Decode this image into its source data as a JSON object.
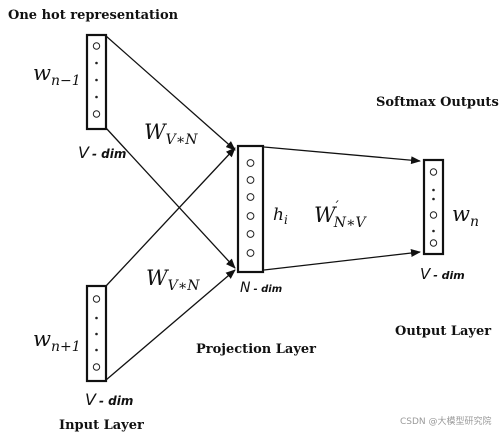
{
  "labels": {
    "one_hot_title": "One hot representation",
    "softmax_title": "Softmax Outputs",
    "projection_layer": "Projection Layer",
    "output_layer": "Output Layer",
    "input_layer": "Input Layer"
  },
  "math": {
    "w_n_minus_1_base": "w",
    "w_n_minus_1_sub": "n−1",
    "w_n_plus_1_base": "w",
    "w_n_plus_1_sub": "n+1",
    "w_n_base": "w",
    "w_n_sub": "n",
    "h_i_base": "h",
    "h_i_sub": "i",
    "W_top_base": "W",
    "W_top_sub": "V∗N",
    "W_bottom_base": "W",
    "W_bottom_sub": "V∗N",
    "W_out_base": "W",
    "W_out_sup": "′",
    "W_out_sub": "N∗V"
  },
  "dims": {
    "top_input_V": "V",
    "top_input_dim": "- dim",
    "bottom_input_V": "V",
    "bottom_input_dim": "- dim",
    "projection_N": "N",
    "projection_dim": "- dim",
    "output_V": "V",
    "output_dim": "- dim"
  },
  "watermark": "CSDN @大模型研究院"
}
